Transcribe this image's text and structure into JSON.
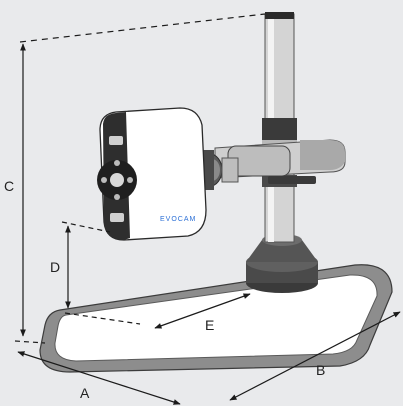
{
  "dimensions": {
    "a": "A",
    "b": "B",
    "c": "C",
    "d": "D",
    "e": "E"
  },
  "camera": {
    "brand": "EVOCAM"
  },
  "colors": {
    "background": "#e9eaec",
    "line": "#1b1b1b",
    "base": "#8d8d8d",
    "base_top": "#ffffff",
    "accent": "#2b6fd6"
  }
}
